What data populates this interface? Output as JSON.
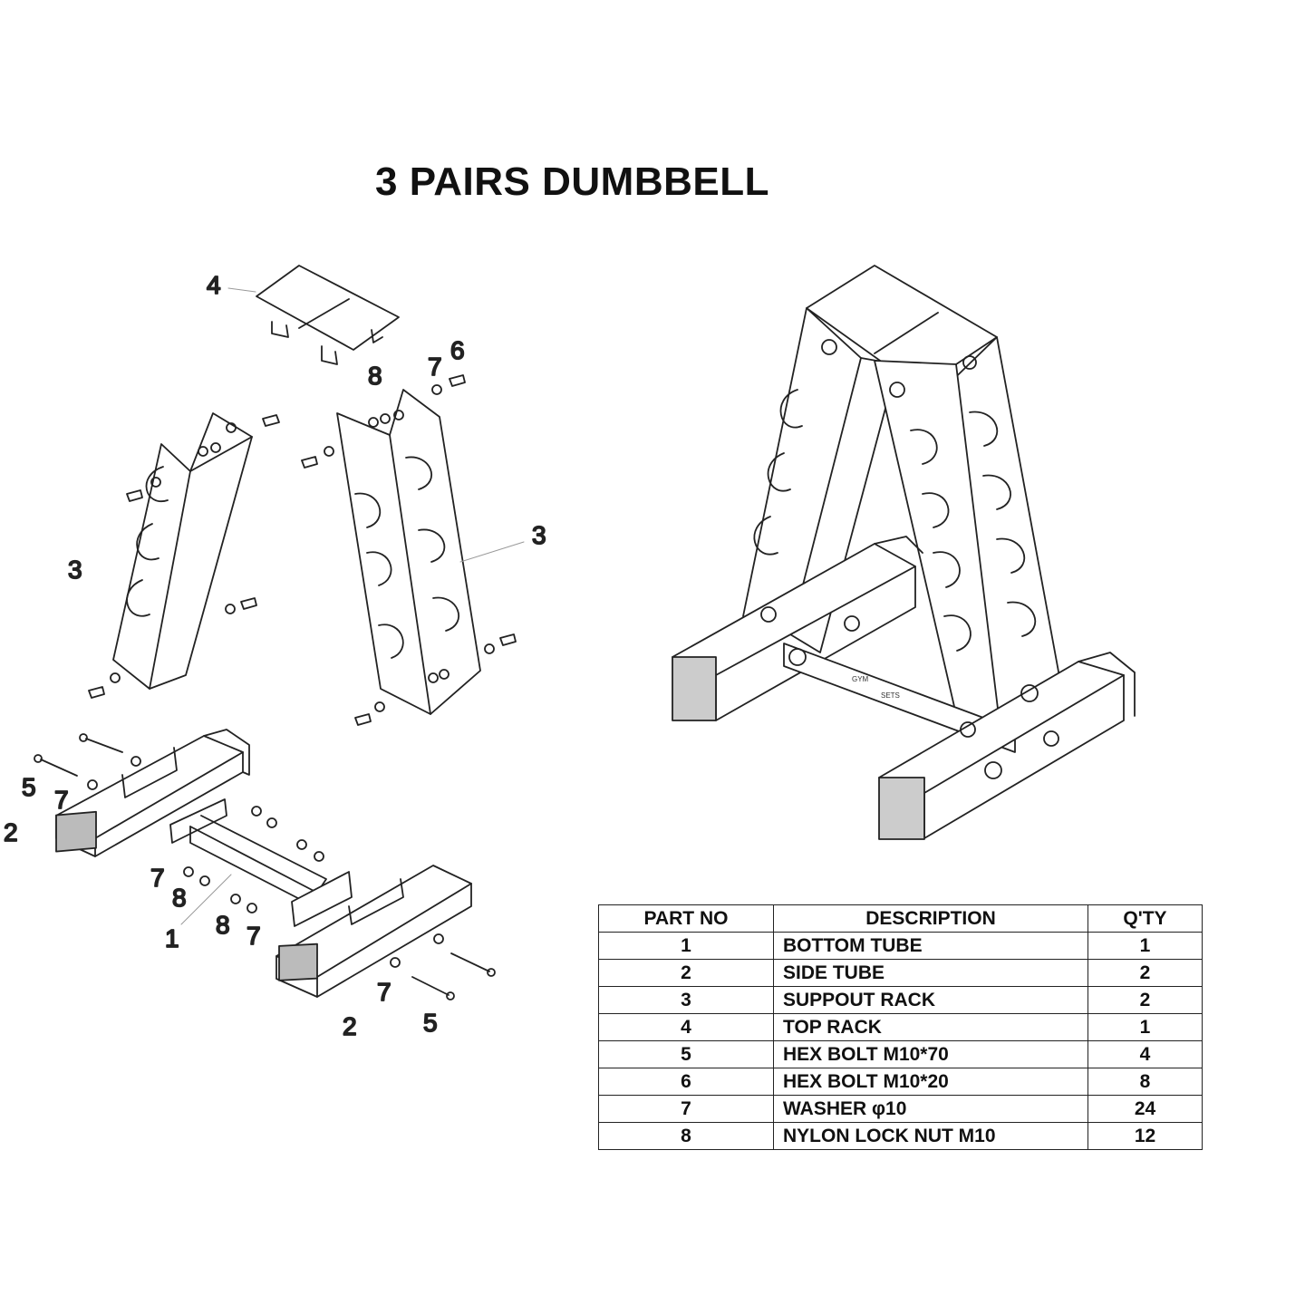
{
  "title": "3 PAIRS DUMBBELL",
  "callouts": {
    "top_rack": "4",
    "washer_top": "7",
    "bolt_top": "6",
    "nut_top": "8",
    "rack_left": "3",
    "rack_right": "3",
    "bolt_long_left": "5",
    "washer_left": "7",
    "side_tube_left": "2",
    "washer_mid": "7",
    "nut_mid": "8",
    "bottom_tube": "1",
    "nut_mid2": "8",
    "washer_mid2": "7",
    "washer_right": "7",
    "side_tube_right": "2",
    "bolt_long_right": "5"
  },
  "logo": {
    "line1": "GYM",
    "line2": "SETS"
  },
  "parts_table": {
    "headers": {
      "part_no": "PART NO",
      "description": "DESCRIPTION",
      "qty": "Q'TY"
    },
    "rows": [
      {
        "part_no": "1",
        "description": "BOTTOM  TUBE",
        "qty": "1"
      },
      {
        "part_no": "2",
        "description": "SIDE TUBE",
        "qty": "2"
      },
      {
        "part_no": "3",
        "description": "SUPPOUT RACK",
        "qty": "2"
      },
      {
        "part_no": "4",
        "description": "TOP RACK",
        "qty": "1"
      },
      {
        "part_no": "5",
        "description": "HEX BOLT M10*70",
        "qty": "4"
      },
      {
        "part_no": "6",
        "description": "HEX BOLT M10*20",
        "qty": "8"
      },
      {
        "part_no": "7",
        "description": "WASHER  φ10",
        "qty": "24"
      },
      {
        "part_no": "8",
        "description": "NYLON LOCK NUT M10",
        "qty": "12"
      }
    ]
  }
}
